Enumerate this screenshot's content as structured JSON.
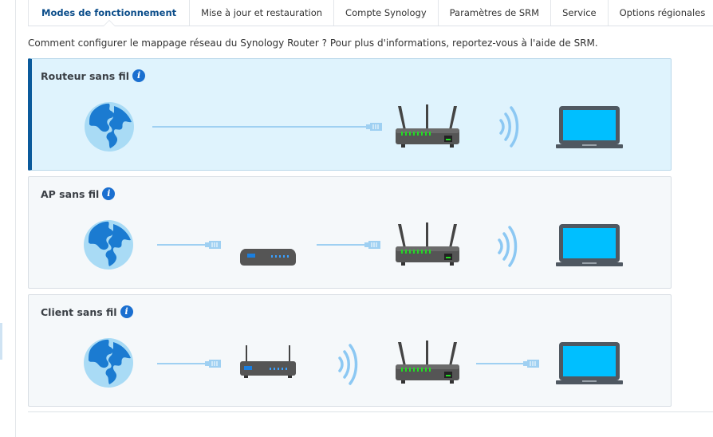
{
  "tabs": [
    {
      "label": "Modes de fonctionnement",
      "active": true
    },
    {
      "label": "Mise à jour et restauration"
    },
    {
      "label": "Compte Synology"
    },
    {
      "label": "Paramètres de SRM"
    },
    {
      "label": "Service"
    },
    {
      "label": "Options régionales"
    }
  ],
  "description": "Comment configurer le mappage réseau du Synology Router ? Pour plus d'informations, reportez-vous à l'aide de SRM.",
  "modes": [
    {
      "title": "Routeur sans fil",
      "selected": true
    },
    {
      "title": "AP sans fil"
    },
    {
      "title": "Client sans fil"
    }
  ],
  "info_icon": "i",
  "colors": {
    "accent": "#0a5a9c",
    "selected_bg": "#dff3fd",
    "screen": "#00bfff",
    "led": "#22dd22"
  }
}
